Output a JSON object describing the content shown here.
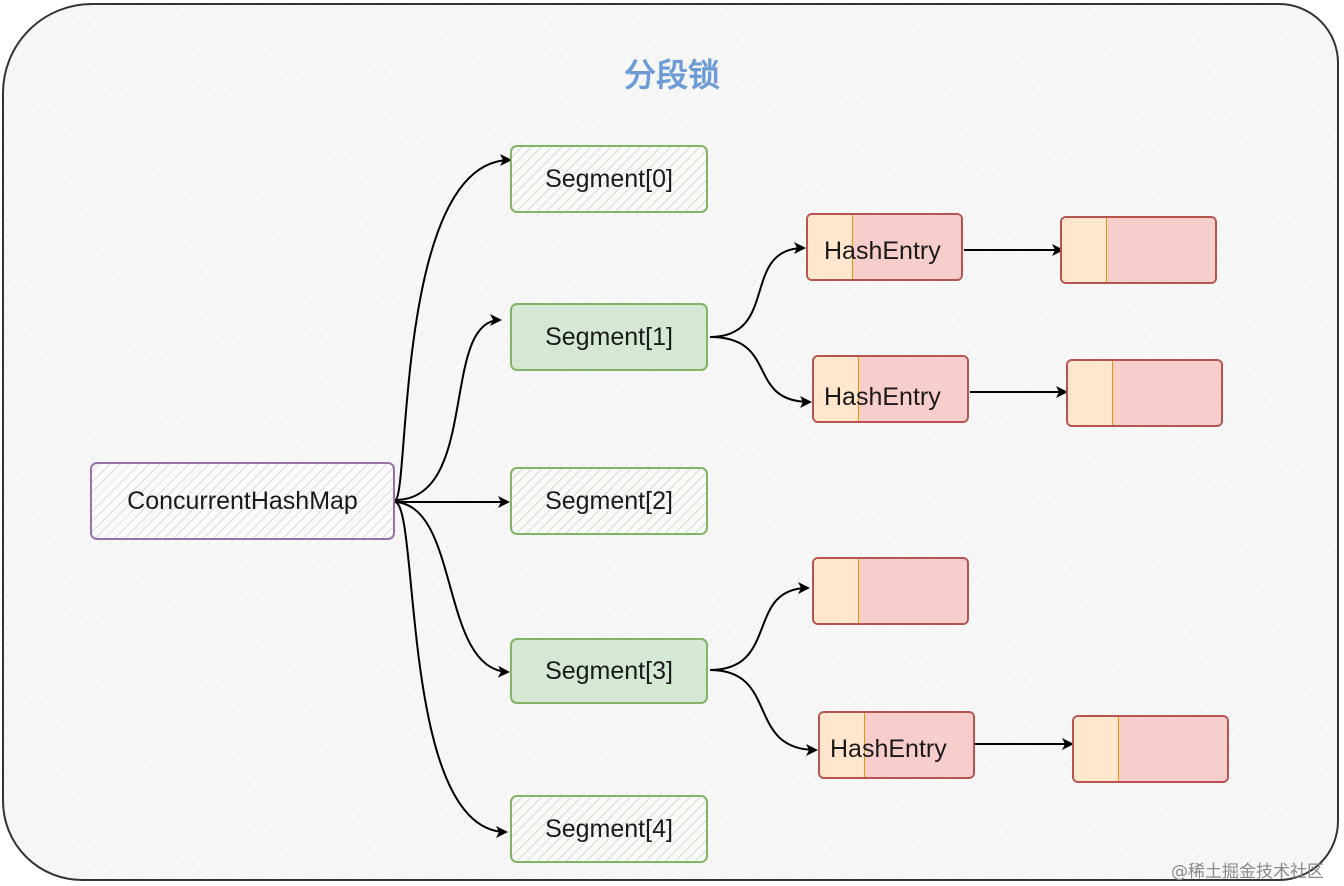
{
  "title": "分段锁",
  "root": {
    "label": "ConcurrentHashMap"
  },
  "segments": [
    {
      "label": "Segment[0]"
    },
    {
      "label": "Segment[1]"
    },
    {
      "label": "Segment[2]"
    },
    {
      "label": "Segment[3]"
    },
    {
      "label": "Segment[4]"
    }
  ],
  "hash_entries": [
    {
      "label": "HashEntry"
    },
    {
      "label": "HashEntry"
    },
    {
      "label": ""
    },
    {
      "label": "HashEntry"
    }
  ],
  "watermark": "@稀土掘金技术社区",
  "colors": {
    "title": "#6c9bd6",
    "segment_border": "#82b366",
    "segment_fill": "#d5e8d4",
    "root_border": "#9673a6",
    "entry_key": "#ffe6cc",
    "entry_value": "#f8cecc",
    "entry_border": "#b85450"
  }
}
